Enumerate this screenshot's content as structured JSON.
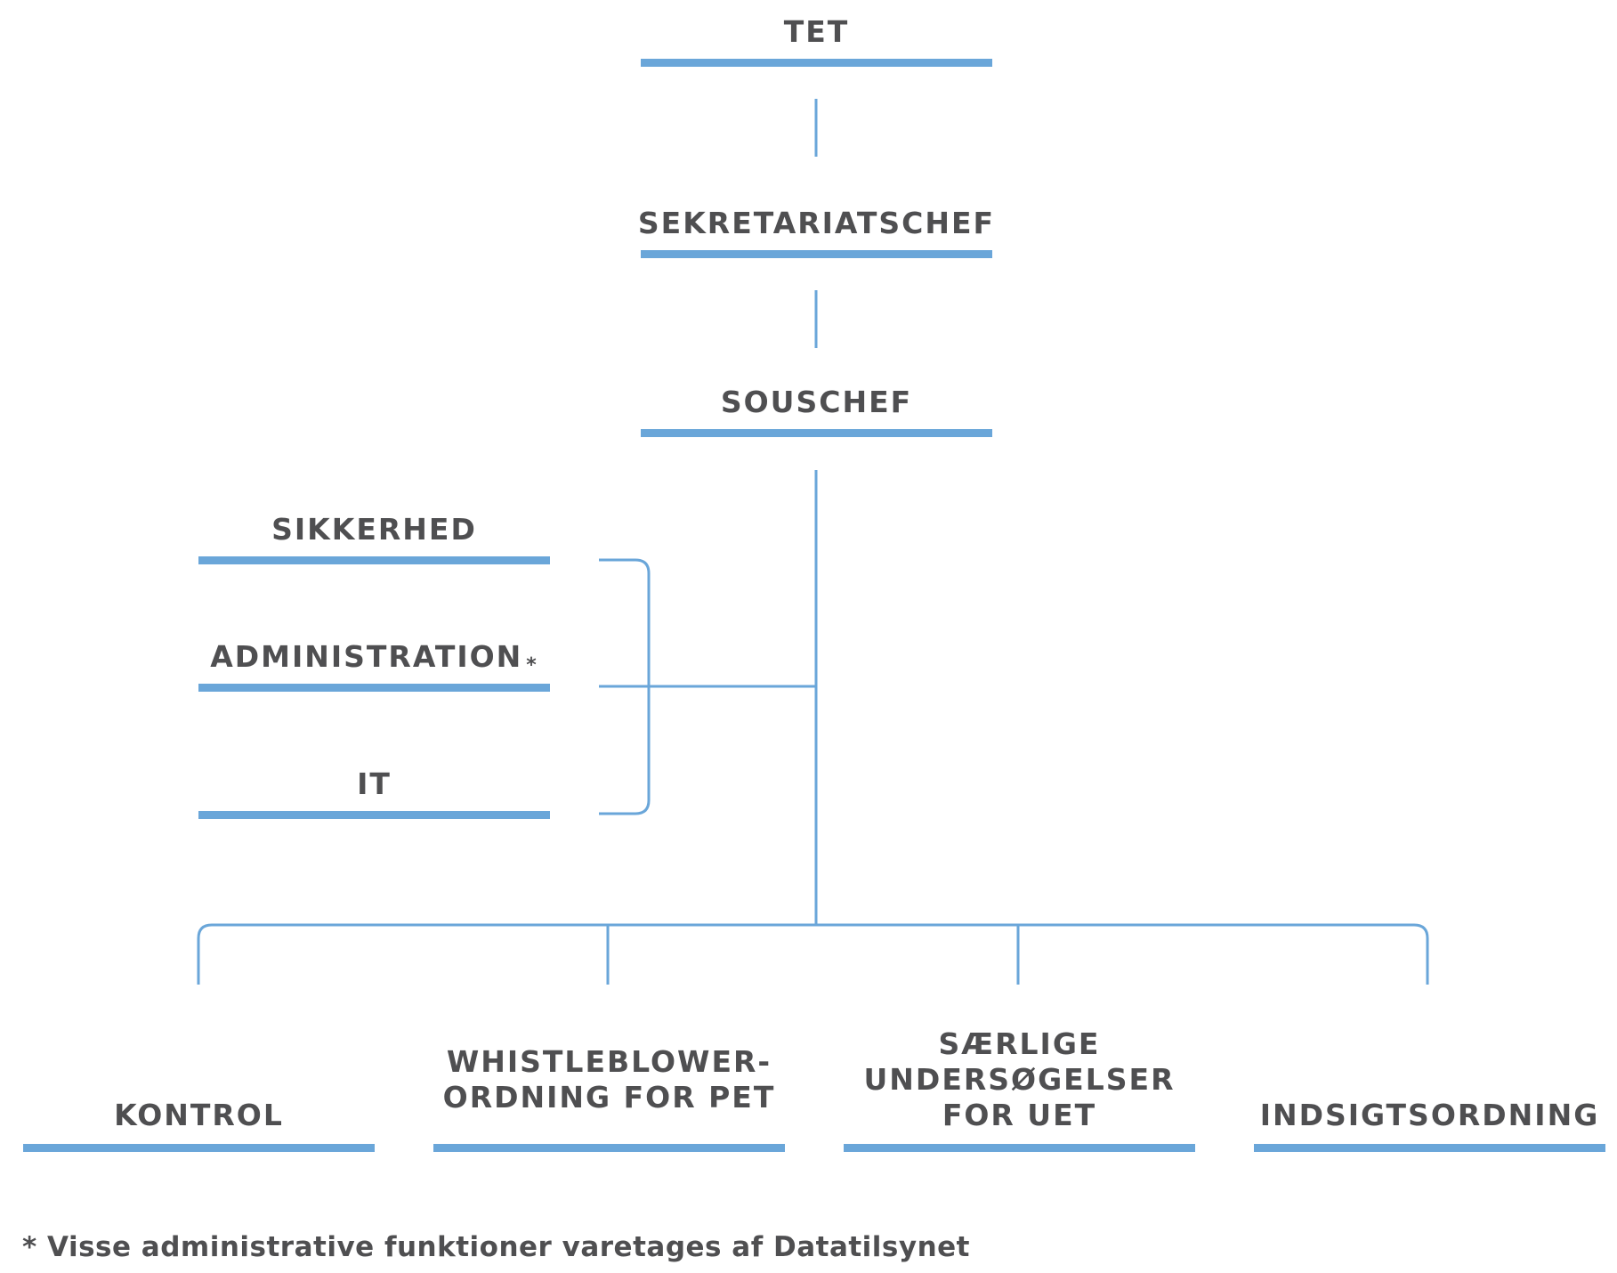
{
  "org": {
    "tet": {
      "label": "TET"
    },
    "sekretariatschef": {
      "label": "SEKRETARIATSCHEF"
    },
    "souschef": {
      "label": "SOUSCHEF"
    },
    "staff": [
      {
        "label": "SIKKERHED"
      },
      {
        "label": "ADMINISTRATION",
        "marker": "*"
      },
      {
        "label": "IT"
      }
    ],
    "units": [
      {
        "lines": [
          "KONTROL"
        ]
      },
      {
        "lines": [
          "WHISTLEBLOWER-",
          "ORDNING FOR PET"
        ]
      },
      {
        "lines": [
          "SÆRLIGE",
          "UNDERSØGELSER",
          "FOR UET"
        ]
      },
      {
        "lines": [
          "INDSIGTSORDNING"
        ]
      }
    ]
  },
  "footnote": "* Visse administrative funktioner varetages af Datatilsynet",
  "colors": {
    "accent": "#6aa6d9",
    "text": "#4f4f51"
  }
}
